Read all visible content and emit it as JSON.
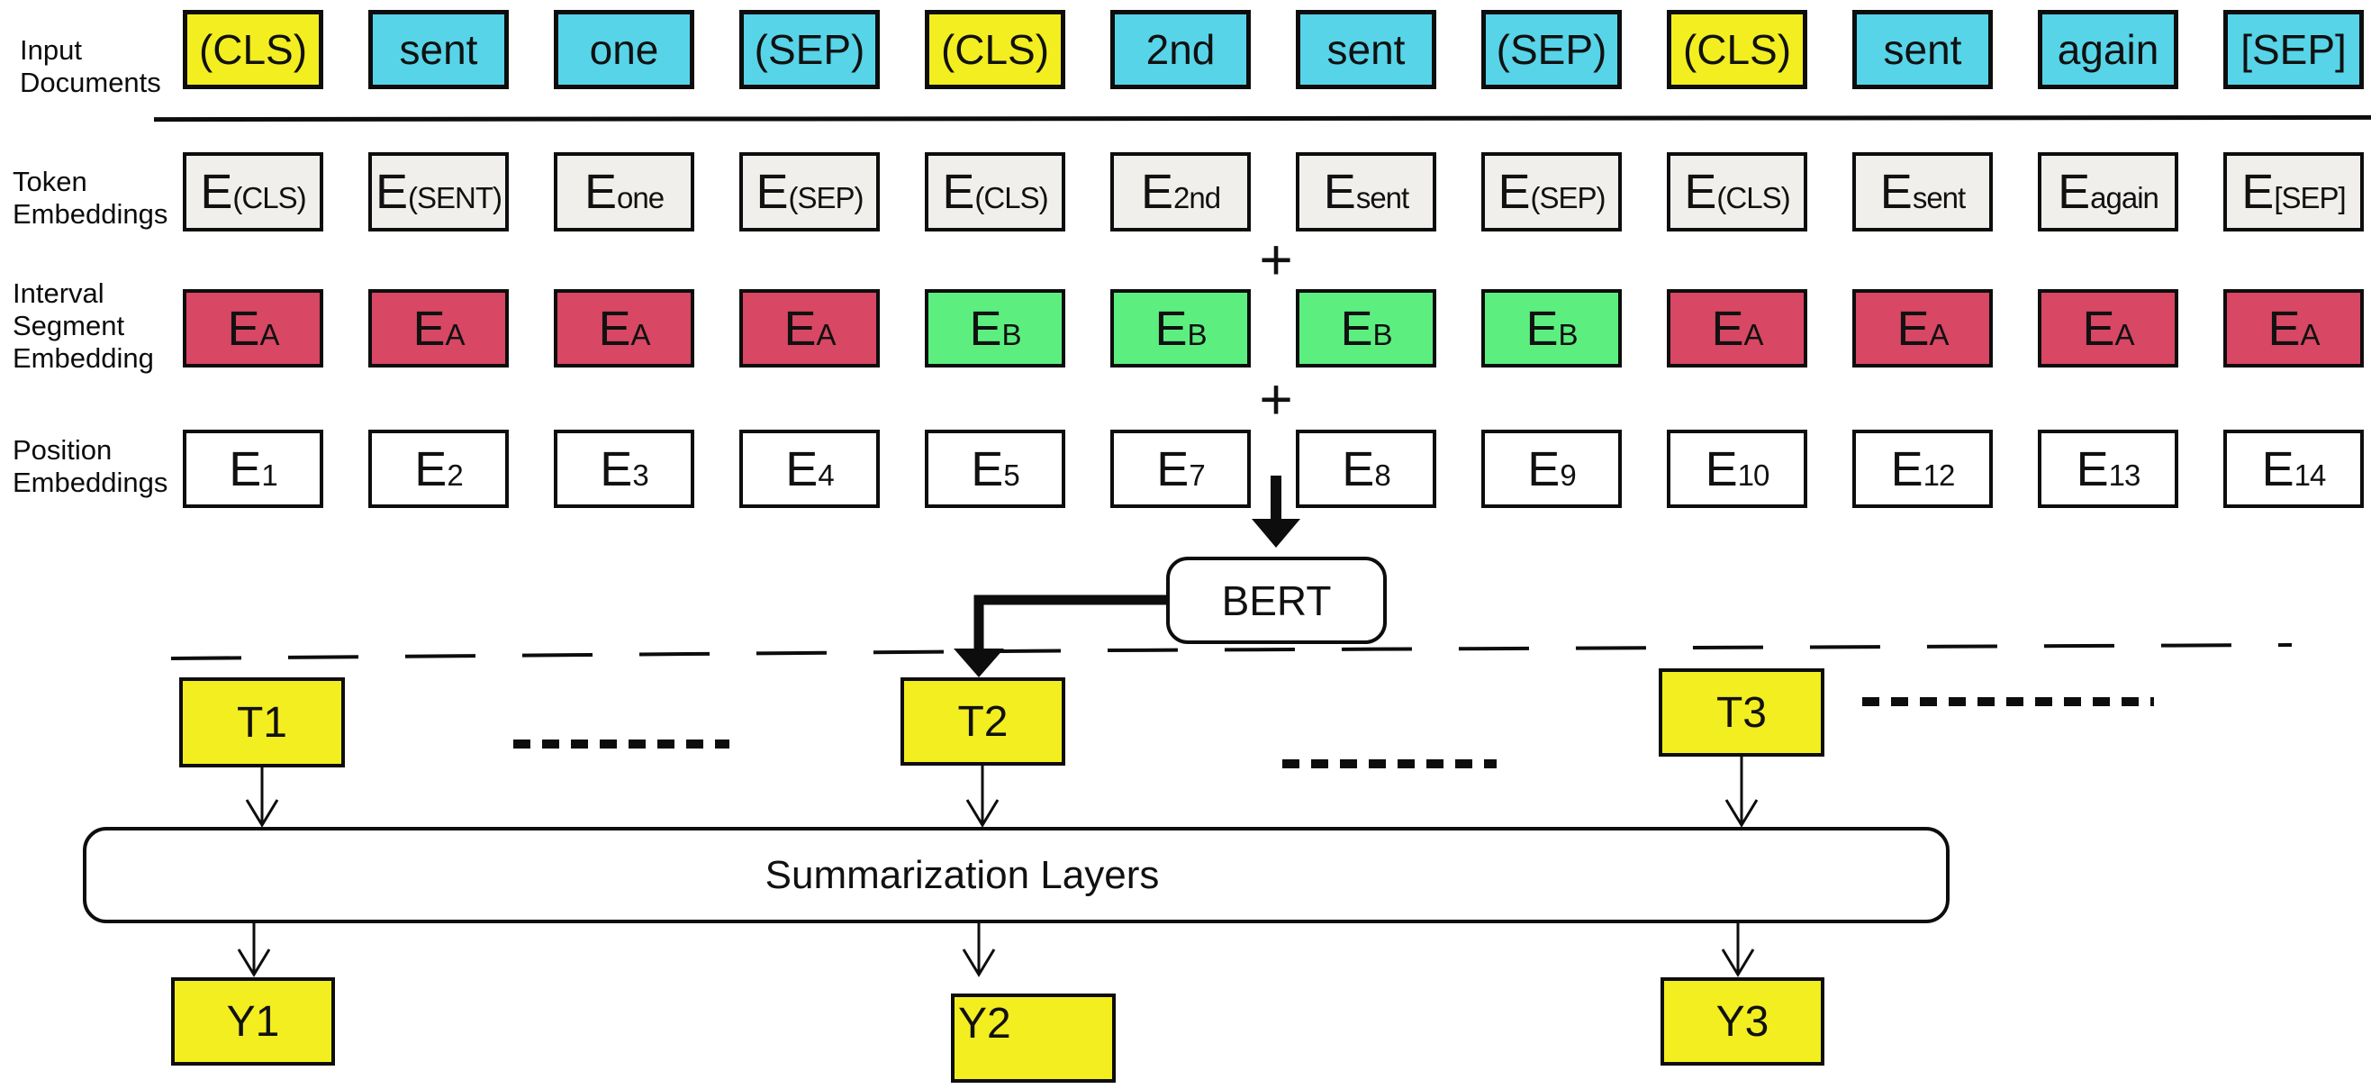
{
  "row_labels": {
    "input_lines": [
      "Input",
      "Documents"
    ],
    "token_lines": [
      "Token",
      "Embeddings"
    ],
    "interval_lines": [
      "Interval",
      "Segment",
      "Embedding"
    ],
    "position_lines": [
      "Position",
      "Embeddings"
    ]
  },
  "input_tokens": [
    {
      "text": "(CLS)",
      "highlight": true
    },
    {
      "text": "sent",
      "highlight": false
    },
    {
      "text": "one",
      "highlight": false
    },
    {
      "text": "(SEP)",
      "highlight": false
    },
    {
      "text": "(CLS)",
      "highlight": true
    },
    {
      "text": "2nd",
      "highlight": false
    },
    {
      "text": "sent",
      "highlight": false
    },
    {
      "text": "(SEP)",
      "highlight": false
    },
    {
      "text": "(CLS)",
      "highlight": true
    },
    {
      "text": "sent",
      "highlight": false
    },
    {
      "text": "again",
      "highlight": false
    },
    {
      "text": "[SEP]",
      "highlight": false
    }
  ],
  "embedding_base": "E",
  "token_embeddings": [
    "(CLS)",
    "(SENT)",
    "one",
    "(SEP)",
    "(CLS)",
    "2nd",
    "sent",
    "(SEP)",
    "(CLS)",
    "sent",
    "again",
    "[SEP]"
  ],
  "segment_embeddings": [
    "A",
    "A",
    "A",
    "A",
    "B",
    "B",
    "B",
    "B",
    "A",
    "A",
    "A",
    "A"
  ],
  "position_embeddings": [
    "1",
    "2",
    "3",
    "4",
    "5",
    "7",
    "8",
    "9",
    "10",
    "12",
    "13",
    "14"
  ],
  "plus_sign": "+",
  "bert_label": "BERT",
  "transformer_outputs": [
    "T1",
    "T2",
    "T3"
  ],
  "summarization_label": "Summarization Layers",
  "final_outputs": [
    "Y1",
    "Y2",
    "Y3"
  ],
  "colors": {
    "cls_yellow": "#f3ee20",
    "token_cyan": "#57d4e8",
    "embedding_gray": "#f0efeb",
    "segment_a_red": "#d84763",
    "segment_b_green": "#5cef80",
    "output_yellow": "#f3ee20",
    "line_black": "#0d0d0d"
  }
}
